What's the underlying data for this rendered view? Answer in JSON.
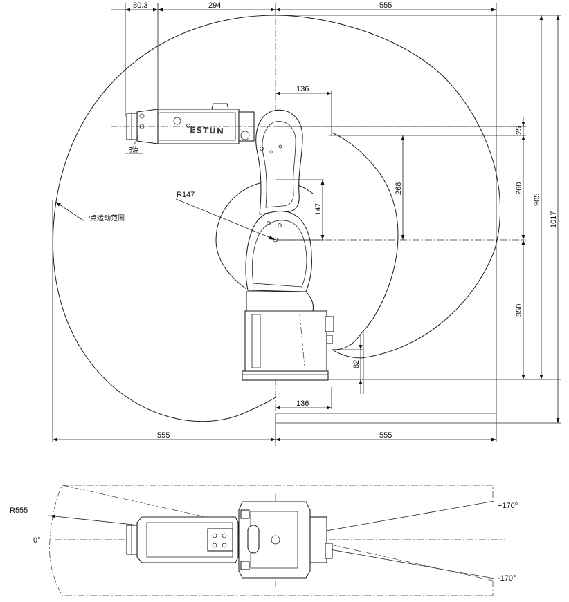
{
  "dimensions": {
    "top_wrist_offset": "80.3",
    "top_arm_length": "294",
    "top_right_reach": "555",
    "j5_offset_top": "136",
    "wrist_drop": "25",
    "forearm_height": "268",
    "forearm_radius": "R147",
    "upper_link": "147",
    "upper_arm": "260",
    "base_height": "350",
    "total_height": "905",
    "max_height": "1017",
    "base_plate": "82",
    "j1_offset_bottom": "136",
    "reach_left": "555",
    "reach_right": "555"
  },
  "labels": {
    "p_point": "P点",
    "p_range": "P点运动范围",
    "logo": "ESTUN"
  },
  "top_view": {
    "radius": "R555",
    "angle_zero": "0°",
    "angle_pos": "+170°",
    "angle_neg": "-170°"
  }
}
